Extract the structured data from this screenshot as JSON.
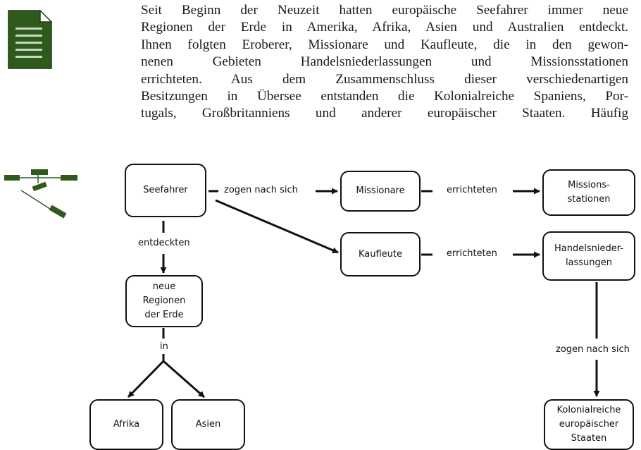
{
  "text": {
    "lines": [
      "Seit Beginn der Neuzeit hatten europäische Seefahrer immer neue",
      "Regionen der Erde in Amerika, Afrika, Asien und Australien entdeckt.",
      "Ihnen folgten Eroberer, Missionare und Kaufleute, die in den gewon-",
      "nenen Gebieten Handelsniederlassungen und Missionsstationen",
      "errichteten. Aus dem Zusammenschluss dieser verschiedenartigen",
      "Besitzungen in Übersee entstanden die Kolonialreiche Spaniens, Por-",
      "tugals, Großbritanniens und anderer europäischer Staaten. Häufig"
    ]
  },
  "icons": {
    "text_icon": "document-icon",
    "diagram_icon": "concept-map-icon",
    "accent_color": "#2e5a1c"
  },
  "diagram": {
    "nodes": {
      "seefahrer": "Seefahrer",
      "missionare": "Missionare",
      "missionsstationen": "Missions-\nstationen",
      "kaufleute": "Kaufleute",
      "handelsniederlassungen": "Handelsnieder-\nlassungen",
      "regionen": "neue\nRegionen\nder Erde",
      "afrika": "Afrika",
      "asien": "Asien",
      "kolonialreiche": "Kolonialreiche\neuropäischer\nStaaten"
    },
    "edges": {
      "zogen_nach_sich_1": "zogen nach sich",
      "errichteten_1": "errichteten",
      "errichteten_2": "errichteten",
      "entdeckten": "entdeckten",
      "in": "in",
      "zogen_nach_sich_2": "zogen nach sich"
    }
  }
}
